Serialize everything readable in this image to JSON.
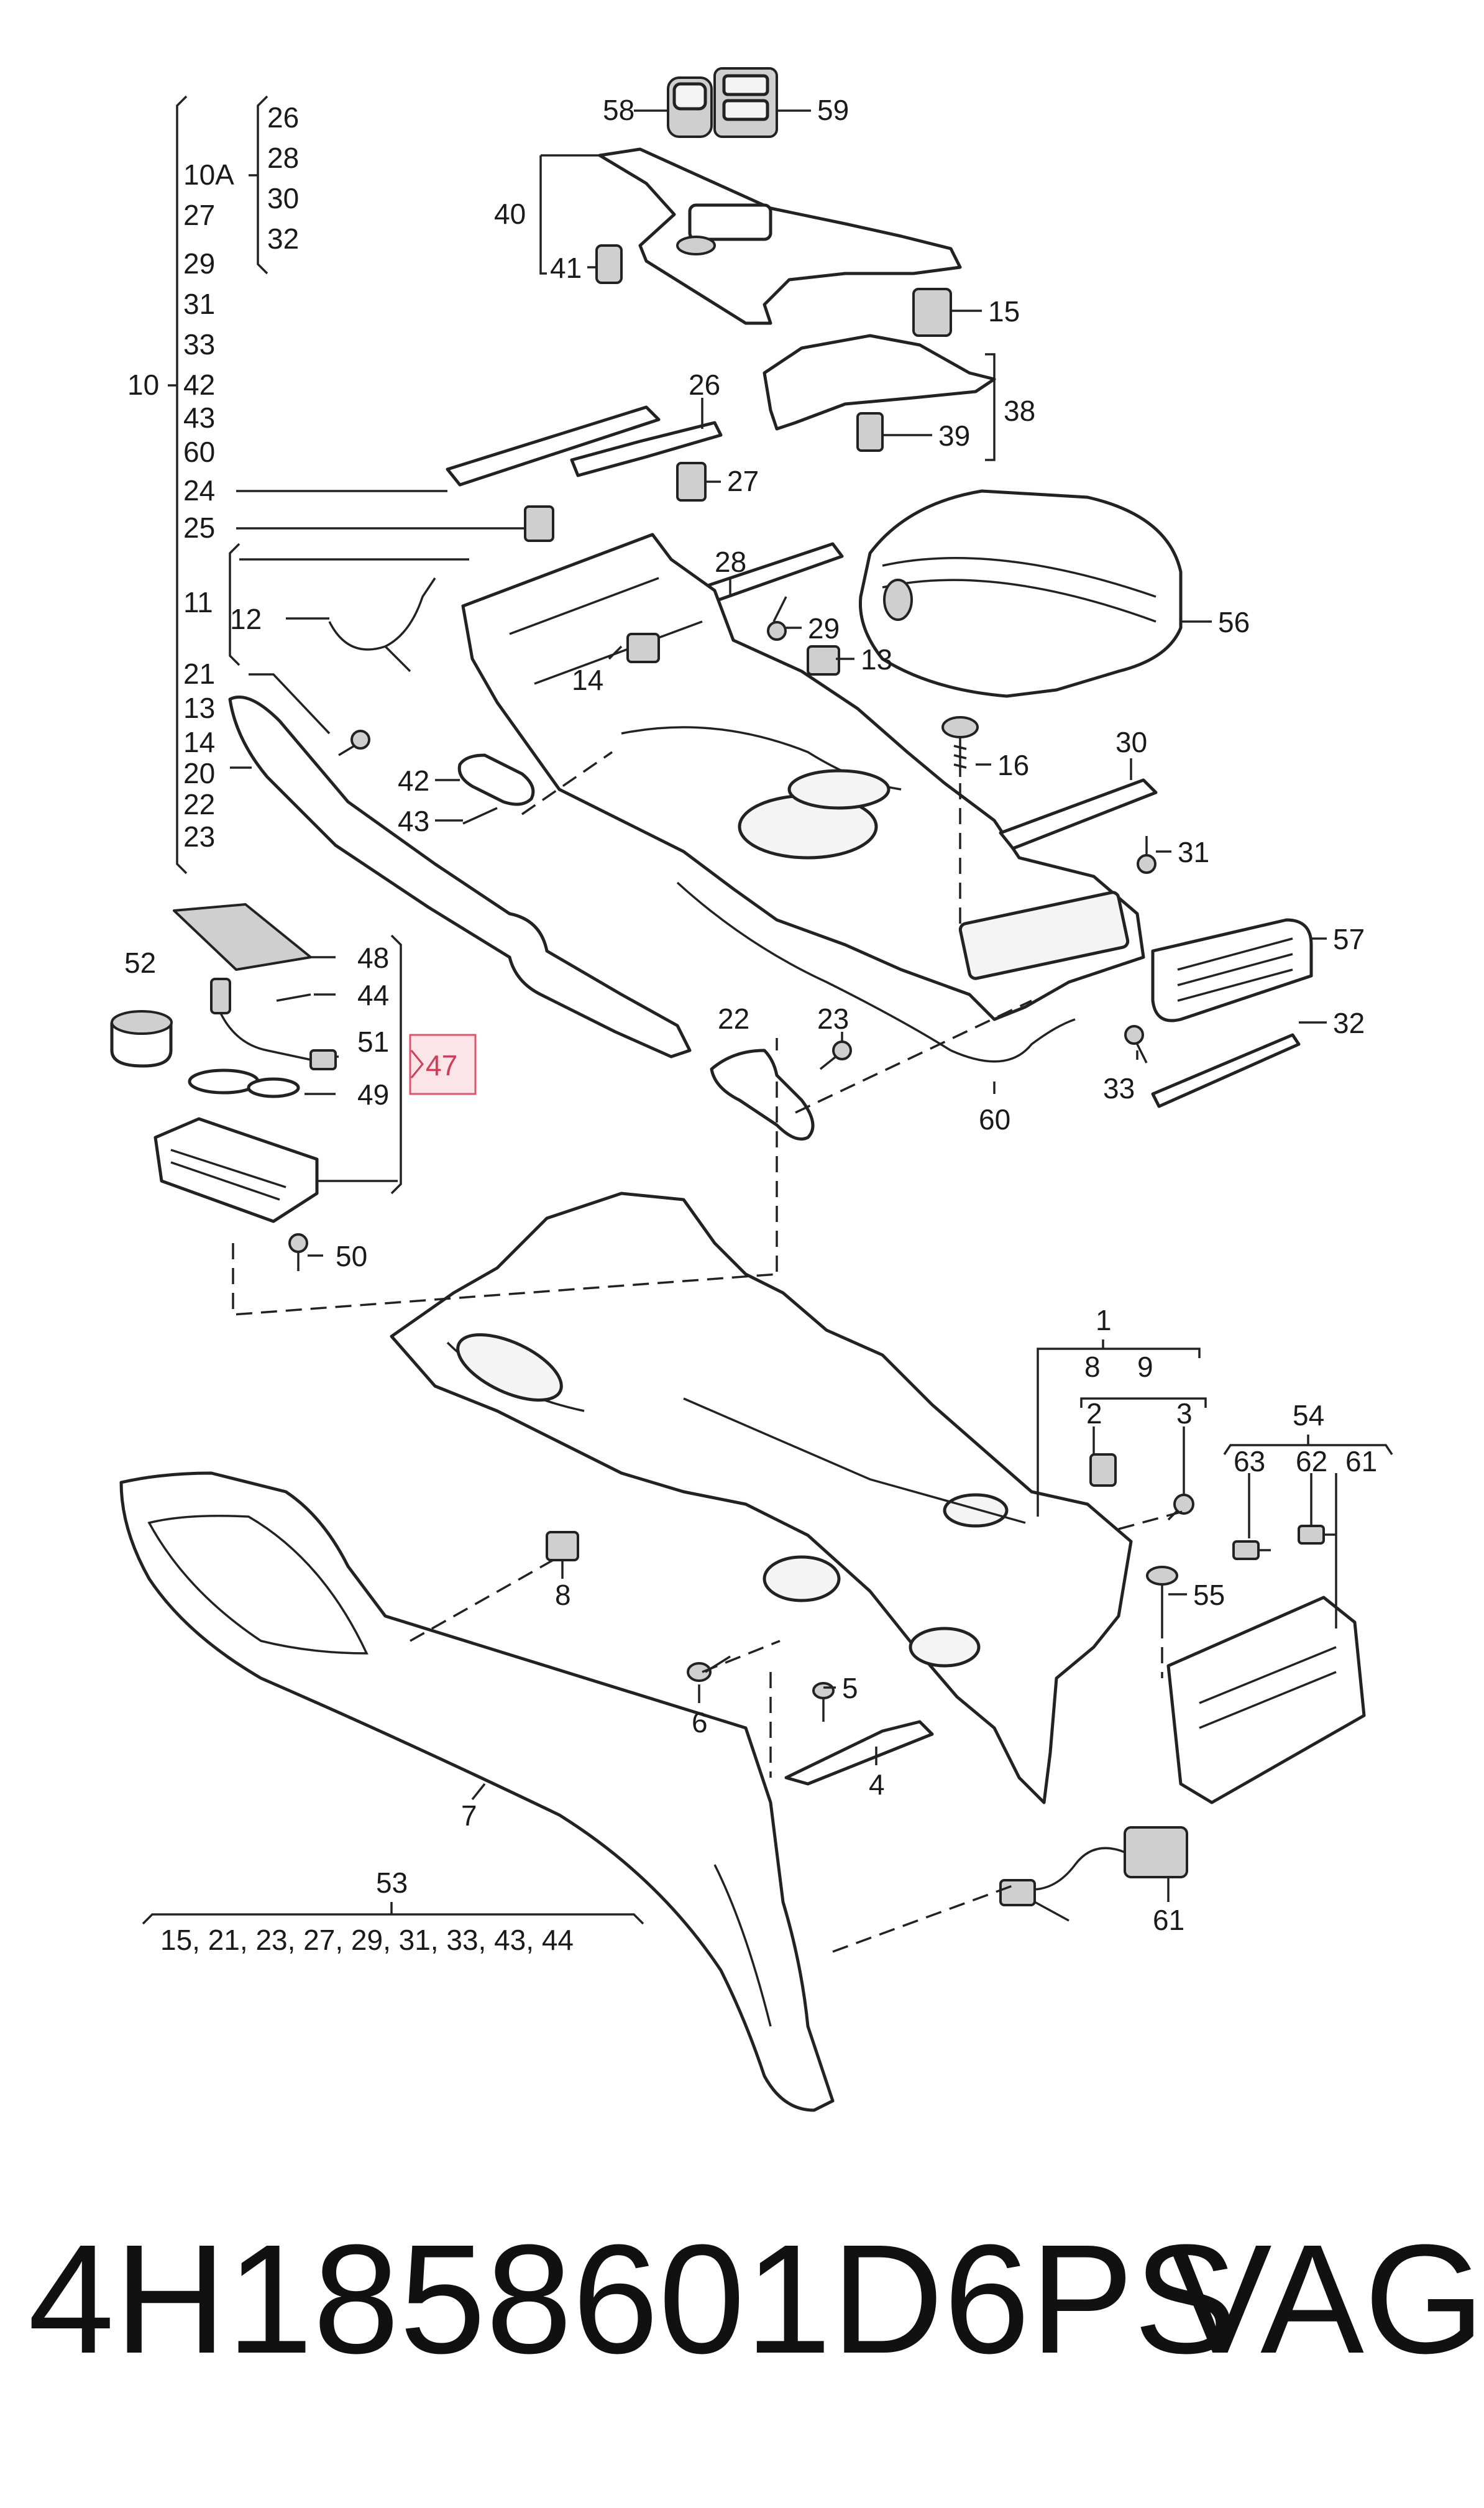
{
  "callouts": {
    "c58": "58",
    "c59": "59",
    "c40": "40",
    "c41": "41",
    "c15": "15",
    "c38": "38",
    "c39": "39",
    "c26": "26",
    "c27": "27",
    "c28": "28",
    "c29": "29",
    "c13": "13",
    "c56": "56",
    "c16": "16",
    "c30": "30",
    "c31": "31",
    "c57": "57",
    "c32": "32",
    "c33": "33",
    "c60": "60",
    "c22": "22",
    "c23": "23",
    "c25": "25",
    "c24": "24",
    "c11": "11",
    "c12": "12",
    "c14": "14",
    "c21": "21",
    "c42": "42",
    "c43": "43",
    "c52": "52",
    "c48": "48",
    "c44": "44",
    "c51": "51",
    "c49": "49",
    "c50": "50",
    "c47": "47",
    "c1": "1",
    "c8a": "8",
    "c9": "9",
    "c2": "2",
    "c3": "3",
    "c54": "54",
    "c63": "63",
    "c62": "62",
    "c61a": "61",
    "c55": "55",
    "c8": "8",
    "c6": "6",
    "c5": "5",
    "c4": "4",
    "c7": "7",
    "c61": "61",
    "c53": "53"
  },
  "group10": {
    "label": "10",
    "items": [
      "10A",
      "27",
      "29",
      "31",
      "33",
      "42",
      "43",
      "60",
      "24",
      "25"
    ],
    "sub_label": "10A",
    "sub_items": [
      "26",
      "28",
      "30",
      "32"
    ]
  },
  "group11": {
    "label": "11",
    "items": [
      "21",
      "13",
      "14",
      "20",
      "22",
      "23"
    ]
  },
  "kit53": "15, 21, 23, 27, 29, 31, 33, 43, 44",
  "footer": {
    "part_number": "4H1858601D6PS",
    "brand": "VAG"
  }
}
